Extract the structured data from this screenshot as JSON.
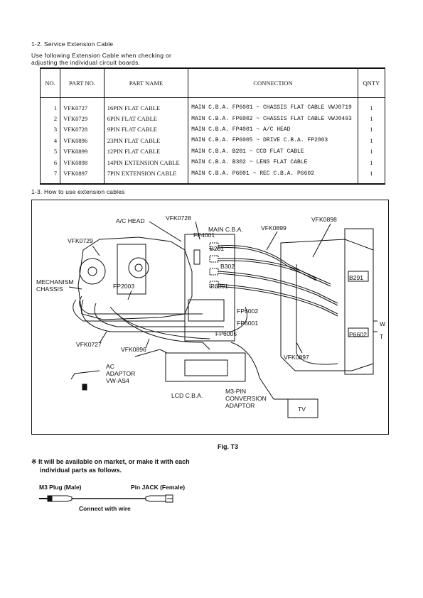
{
  "section_1_2": {
    "title": "1-2. Service Extension Cable",
    "intro_line1": "Use following Extension Cable when checking or",
    "intro_line2": "adjusting the individual circuit boards."
  },
  "table": {
    "headers": [
      "NO.",
      "PART NO.",
      "PART NAME",
      "CONNECTION",
      "QNTY"
    ],
    "rows": [
      {
        "no": "1",
        "part_no": "VFK0727",
        "part_name": "16PIN FLAT CABLE",
        "connection": "MAIN C.B.A. FP6001 ~ CHASSIS FLAT CABLE VWJ0719",
        "qnty": "1"
      },
      {
        "no": "2",
        "part_no": "VFK0729",
        "part_name": "6PIN FLAT CABLE",
        "connection": "MAIN C.B.A. FP6002 ~ CHASSIS FLAT CABLE VWJ0493",
        "qnty": "1"
      },
      {
        "no": "3",
        "part_no": "VFK0728",
        "part_name": "9PIN FLAT CABLE",
        "connection": "MAIN C.B.A. FP4001 ~ A/C HEAD",
        "qnty": "1"
      },
      {
        "no": "4",
        "part_no": "VFK0896",
        "part_name": "23PIN FLAT CABLE",
        "connection": "MAIN C.B.A. FP6005 ~ DRIVE C.B.A. FP2003",
        "qnty": "1"
      },
      {
        "no": "5",
        "part_no": "VFK0899",
        "part_name": "12PIN FLAT CABLE",
        "connection": "MAIN C.B.A. B201 ~ CCD FLAT CABLE",
        "qnty": "1"
      },
      {
        "no": "6",
        "part_no": "VFK0898",
        "part_name": "14PIN EXTENSION CABLE",
        "connection": "MAIN C.B.A. B302 ~ LENS FLAT CABLE",
        "qnty": "1"
      },
      {
        "no": "7",
        "part_no": "VFK0897",
        "part_name": "7PIN EXTENSION CABLE",
        "connection": "MAIN C.B.A. P6001 ~ REC C.B.A. P6602",
        "qnty": "1"
      }
    ]
  },
  "section_1_3": {
    "title": "1-3. How to use extension cables"
  },
  "figure": {
    "caption": "Fig. T3",
    "labels": {
      "ac_head": "A/C HEAD",
      "vfk0728": "VFK0728",
      "main_cba": "MAIN C.B.A.",
      "vfk0899": "VFK0899",
      "vfk0898": "VFK0898",
      "vfk0729": "VFK0729",
      "fp4001": "FP4001",
      "b201": "B201",
      "b302": "B302",
      "mechanism": "MECHANISM",
      "chassis": "CHASSIS",
      "fp2003": "FP2003",
      "p6001": "P6001",
      "b291": "B291",
      "fp6002": "FP6002",
      "fp6001": "FP6001",
      "w": "W",
      "t": "T",
      "p6602": "P6602",
      "fp6005": "FP6005",
      "vfk0727": "VFK0727",
      "vfk0896": "VFK0896",
      "vfk0897": "VFK0897",
      "ac": "AC",
      "adaptor": "ADAPTOR",
      "vw_as4": "VW-AS4",
      "lcd_cba": "LCD C.B.A.",
      "m3pin": "M3-PIN",
      "conversion": "CONVERSION",
      "adaptor2": "ADAPTOR",
      "tv": "TV"
    }
  },
  "note": {
    "line1": "※ It will be available on market, or make it with each",
    "line2": "individual parts as follows."
  },
  "cable": {
    "m3_plug": "M3 Plug (Male)",
    "pin_jack": "Pin JACK (Female)",
    "connect": "Connect with wire"
  }
}
